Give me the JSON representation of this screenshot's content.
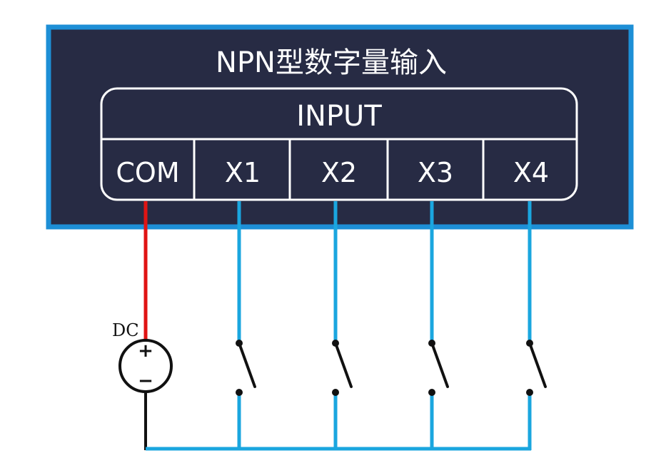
{
  "module": {
    "title": "NPN型数字量输入",
    "block_label": "INPUT",
    "terminals": [
      "COM",
      "X1",
      "X2",
      "X3",
      "X4"
    ]
  },
  "source": {
    "label": "DC",
    "plus": "+",
    "minus": "−"
  },
  "colors": {
    "panel_fill": "#272b44",
    "panel_border": "#1d8fd6",
    "positive_wire": "#e01414",
    "signal_wire": "#1aa6df",
    "negative_wire": "#111111"
  },
  "icons": [
    "dc-source-icon",
    "switch-icon"
  ]
}
